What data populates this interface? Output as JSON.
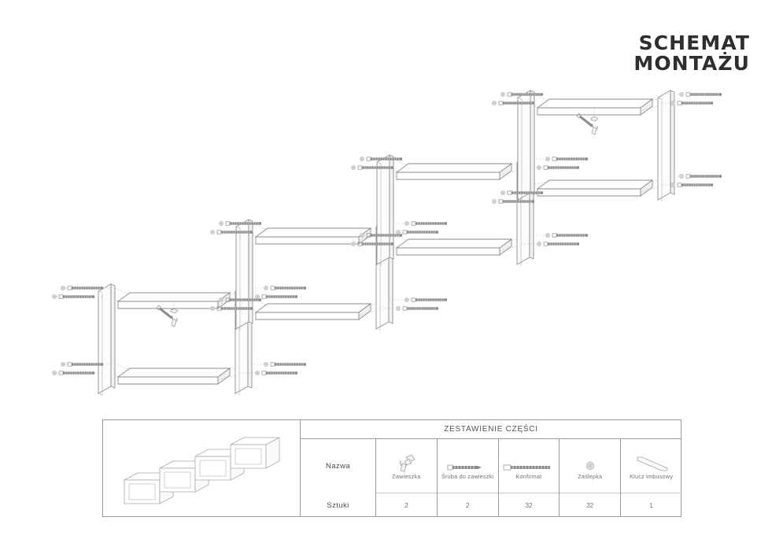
{
  "document": {
    "title_line1": "SCHEMAT",
    "title_line2": "MONTAŻU",
    "language": "pl"
  },
  "drawing": {
    "name": "exploded-assembly-view",
    "description": "Widok rozstrzelony półki schodkowej z czterema modułami",
    "module_count": 4,
    "modules": [
      {
        "id": 1,
        "position": "bottom-left",
        "shelves": 2,
        "side_panels": 2,
        "hanger": 1
      },
      {
        "id": 2,
        "position": "lower-middle",
        "shelves": 2,
        "side_panels": 2,
        "hanger": 0
      },
      {
        "id": 3,
        "position": "upper-middle",
        "shelves": 2,
        "side_panels": 2,
        "hanger": 0
      },
      {
        "id": 4,
        "position": "top-right",
        "shelves": 2,
        "side_panels": 2,
        "hanger": 1
      }
    ],
    "callout_types": [
      "konfirmat",
      "zaslepka",
      "zawieszka",
      "sruba-do-zawieszki"
    ]
  },
  "parts_table": {
    "header": "ZESTAWIENIE CZĘŚCI",
    "row_labels": {
      "name": "Nazwa",
      "quantity": "Sztuki"
    },
    "parts": [
      {
        "name": "Zawieszka",
        "icon": "hanger-bracket-icon",
        "qty": "2"
      },
      {
        "name": "Śruba do zawieszki",
        "icon": "short-screw-icon",
        "qty": "2"
      },
      {
        "name": "Konfirmat",
        "icon": "confirmat-screw-icon",
        "qty": "32"
      },
      {
        "name": "Zaślepka",
        "icon": "cap-cover-icon",
        "qty": "32"
      },
      {
        "name": "Klucz imbusowy",
        "icon": "allen-key-icon",
        "qty": "1"
      }
    ],
    "thumbnail": {
      "name": "product-thumbnail",
      "description": "Gotowa półka schodkowa – 4 moduły"
    }
  },
  "colors": {
    "background": "#ffffff",
    "title": "#2e2e2e",
    "line": "#8d8d8d",
    "line_light": "#b8b8b8",
    "dash": "#b5b5b5",
    "metal_dark": "#7e7e7e",
    "metal_light": "#d6d6d6",
    "table_border": "#9a9a9a",
    "text": "#6f6f6f"
  }
}
